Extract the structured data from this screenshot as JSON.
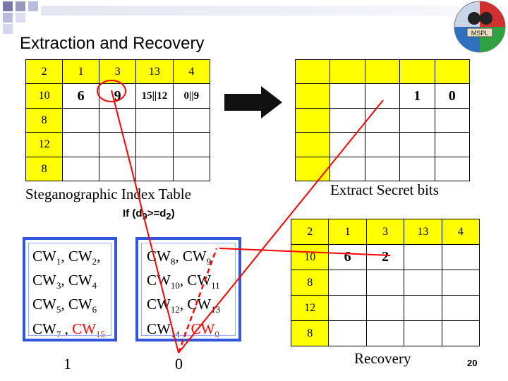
{
  "title": "Extraction and Recovery",
  "page_number": "20",
  "colors": {
    "yellow": "#ffff00",
    "blue_frame": "#3355dd",
    "red_line": "#ff0000"
  },
  "index_table": {
    "caption": "Steganographic Index Table",
    "rows": [
      [
        "2",
        "1",
        "3",
        "13",
        "4"
      ],
      [
        "10",
        "6",
        "9",
        "15||12",
        "0||9"
      ],
      [
        "8",
        "",
        "",
        "",
        ""
      ],
      [
        "12",
        "",
        "",
        "",
        ""
      ],
      [
        "8",
        "",
        "",
        "",
        ""
      ]
    ]
  },
  "extract_table": {
    "caption": "Extract Secret bits",
    "rows": [
      [
        "",
        "",
        "",
        "",
        ""
      ],
      [
        "",
        "",
        "",
        "1",
        "0"
      ],
      [
        "",
        "",
        "",
        "",
        ""
      ],
      [
        "",
        "",
        "",
        "",
        ""
      ],
      [
        "",
        "",
        "",
        "",
        ""
      ]
    ]
  },
  "condition": {
    "prefix": "If (d",
    "sub1": "9",
    "middle": ">=d",
    "sub2": "2",
    "suffix": ")"
  },
  "codeword_groups": [
    {
      "bit_label": "1",
      "lines": [
        [
          [
            "CW",
            "1",
            false
          ],
          [
            ", CW",
            "2",
            false
          ],
          [
            ",",
            "",
            false
          ]
        ],
        [
          [
            "CW",
            "3",
            false
          ],
          [
            ", CW",
            "4",
            false
          ]
        ],
        [
          [
            "CW",
            "5",
            false
          ],
          [
            ", CW",
            "6",
            false
          ]
        ],
        [
          [
            "CW",
            "7",
            false
          ],
          [
            " , ",
            "",
            false
          ],
          [
            "CW",
            "15",
            true
          ]
        ]
      ]
    },
    {
      "bit_label": "0",
      "lines": [
        [
          [
            "CW",
            "8",
            false
          ],
          [
            ", CW",
            "9",
            false
          ]
        ],
        [
          [
            "CW",
            "10",
            false
          ],
          [
            ", CW",
            "11",
            false
          ]
        ],
        [
          [
            "CW",
            "12",
            false
          ],
          [
            ", CW",
            "13",
            false
          ]
        ],
        [
          [
            "CW",
            "14",
            false
          ],
          [
            " , ",
            "",
            false
          ],
          [
            "CW",
            "0",
            true
          ]
        ]
      ]
    }
  ],
  "recovery_table": {
    "caption": "Recovery",
    "rows": [
      [
        "2",
        "1",
        "3",
        "13",
        "4"
      ],
      [
        "10",
        "6",
        "2",
        "",
        ""
      ],
      [
        "8",
        "",
        "",
        "",
        ""
      ],
      [
        "12",
        "",
        "",
        "",
        ""
      ],
      [
        "8",
        "",
        "",
        "",
        ""
      ]
    ]
  },
  "logo": {
    "text": "MSPL"
  }
}
